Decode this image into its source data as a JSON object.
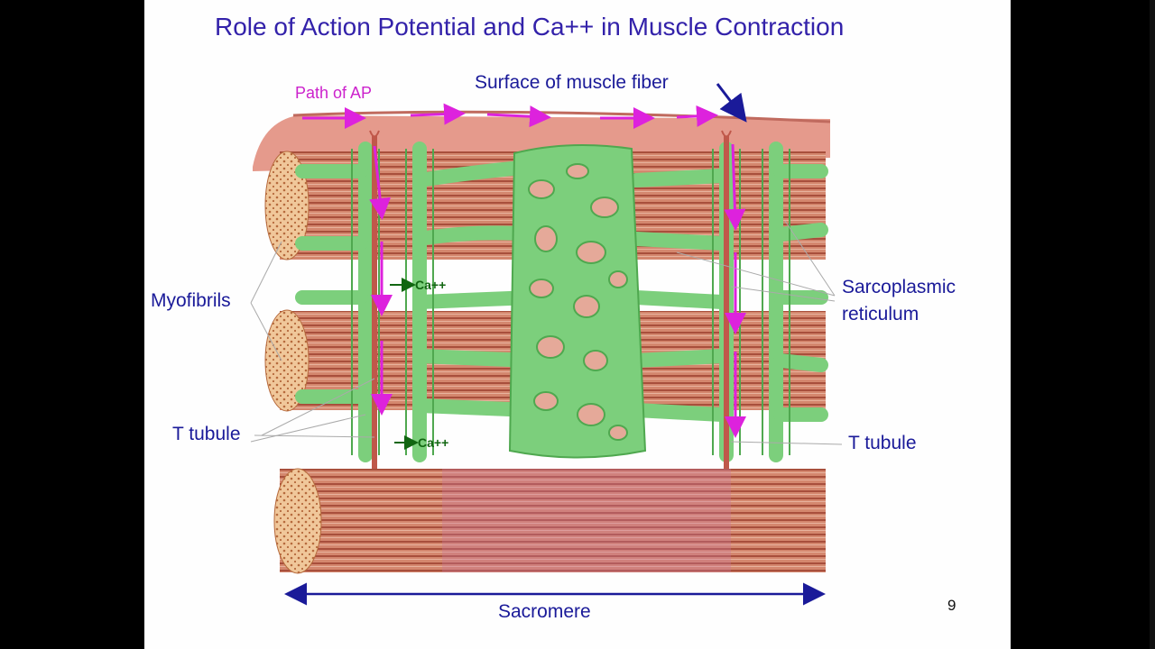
{
  "slide": {
    "title": "Role of Action Potential and Ca++ in Muscle Contraction",
    "page_number": "9"
  },
  "labels": {
    "path_of_ap": "Path of AP",
    "surface": "Surface of muscle fiber",
    "myofibrils": "Myofibrils",
    "ca_1": "Ca++",
    "ca_2": "Ca++",
    "sarco_line1": "Sarcoplasmic",
    "sarco_line2": "reticulum",
    "t_tubule_left": "T tubule",
    "t_tubule_right": "T tubule",
    "sarcomere": "Sacromere"
  },
  "colors": {
    "title": "#3322aa",
    "label_blue": "#1a1a99",
    "ap_magenta": "#dd22dd",
    "reticulum_green": "#7ccf7c",
    "muscle_red": "#c46a55"
  }
}
